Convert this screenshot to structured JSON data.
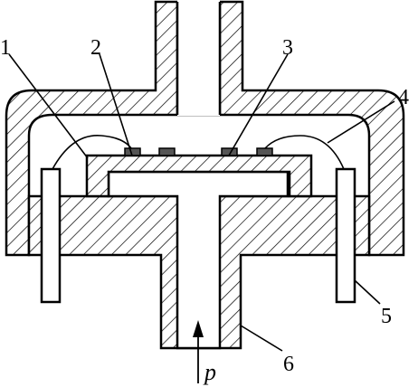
{
  "diagram": {
    "labels": {
      "l1": "1",
      "l2": "2",
      "l3": "3",
      "l4": "4",
      "l5": "5",
      "l6": "6",
      "pressure": "p"
    },
    "colors": {
      "line": "#000000",
      "hatch": "#000000",
      "gauge": "#555555",
      "background": "#ffffff"
    }
  }
}
